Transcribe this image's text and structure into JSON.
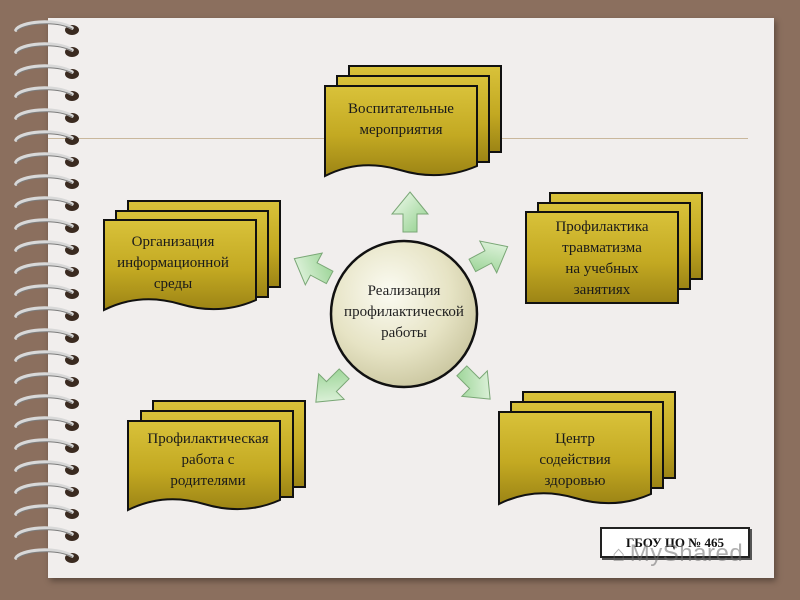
{
  "diagram": {
    "center": {
      "lines": [
        "Реализация",
        "профилактической",
        "работы"
      ]
    },
    "nodes": [
      {
        "id": "top",
        "lines": [
          "Воспитательные",
          "мероприятия"
        ]
      },
      {
        "id": "left",
        "lines": [
          "Организация",
          "информационной",
          "среды"
        ]
      },
      {
        "id": "right",
        "lines": [
          "Профилактика",
          "травматизма",
          "на учебных",
          "занятиях"
        ]
      },
      {
        "id": "bottom-left",
        "lines": [
          "Профилактическая",
          "работа с",
          "родителями"
        ]
      },
      {
        "id": "bottom-right",
        "lines": [
          "Центр",
          "содействия",
          "здоровью"
        ]
      }
    ],
    "colors": {
      "card_fill": "#c9b32a",
      "card_edge": "#111111",
      "circle_fill": "#e9e6cc",
      "arrow_fill": "#b9e3b6"
    }
  },
  "footer": {
    "stamp": "ГБОУ ЦО № 465",
    "watermark": "MyShared"
  }
}
